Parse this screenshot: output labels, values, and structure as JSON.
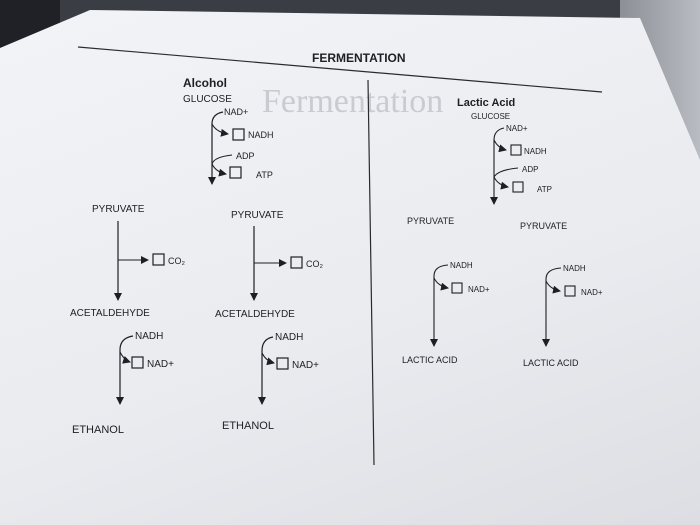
{
  "title": "FERMENTATION",
  "watermark": "Fermentation",
  "alcohol": {
    "heading": "Alcohol",
    "glucose": "GLUCOSE",
    "nad_plus": "NAD+",
    "nadh": "NADH",
    "adp": "ADP",
    "atp": "ATP",
    "pyruvate_left": "PYRUVATE",
    "pyruvate_right": "PYRUVATE",
    "co2_left": "CO₂",
    "co2_right": "CO₂",
    "acetaldehyde_left": "ACETALDEHYDE",
    "acetaldehyde_right": "ACETALDEHYDE",
    "nadh_left": "NADH",
    "nadh_right": "NADH",
    "nad_left": "NAD+",
    "nad_right": "NAD+",
    "ethanol_left": "ETHANOL",
    "ethanol_right": "ETHANOL"
  },
  "lactic": {
    "heading": "Lactic Acid",
    "glucose": "GLUCOSE",
    "nad_plus": "NAD+",
    "nadh": "NADH",
    "adp": "ADP",
    "atp": "ATP",
    "pyruvate_left": "PYRUVATE",
    "pyruvate_right": "PYRUVATE",
    "nadh_left": "NADH",
    "nadh_right": "NADH",
    "nad_left": "NAD+",
    "nad_right": "NAD+",
    "lactic_left": "LACTIC ACID",
    "lactic_right": "LACTIC ACID"
  }
}
